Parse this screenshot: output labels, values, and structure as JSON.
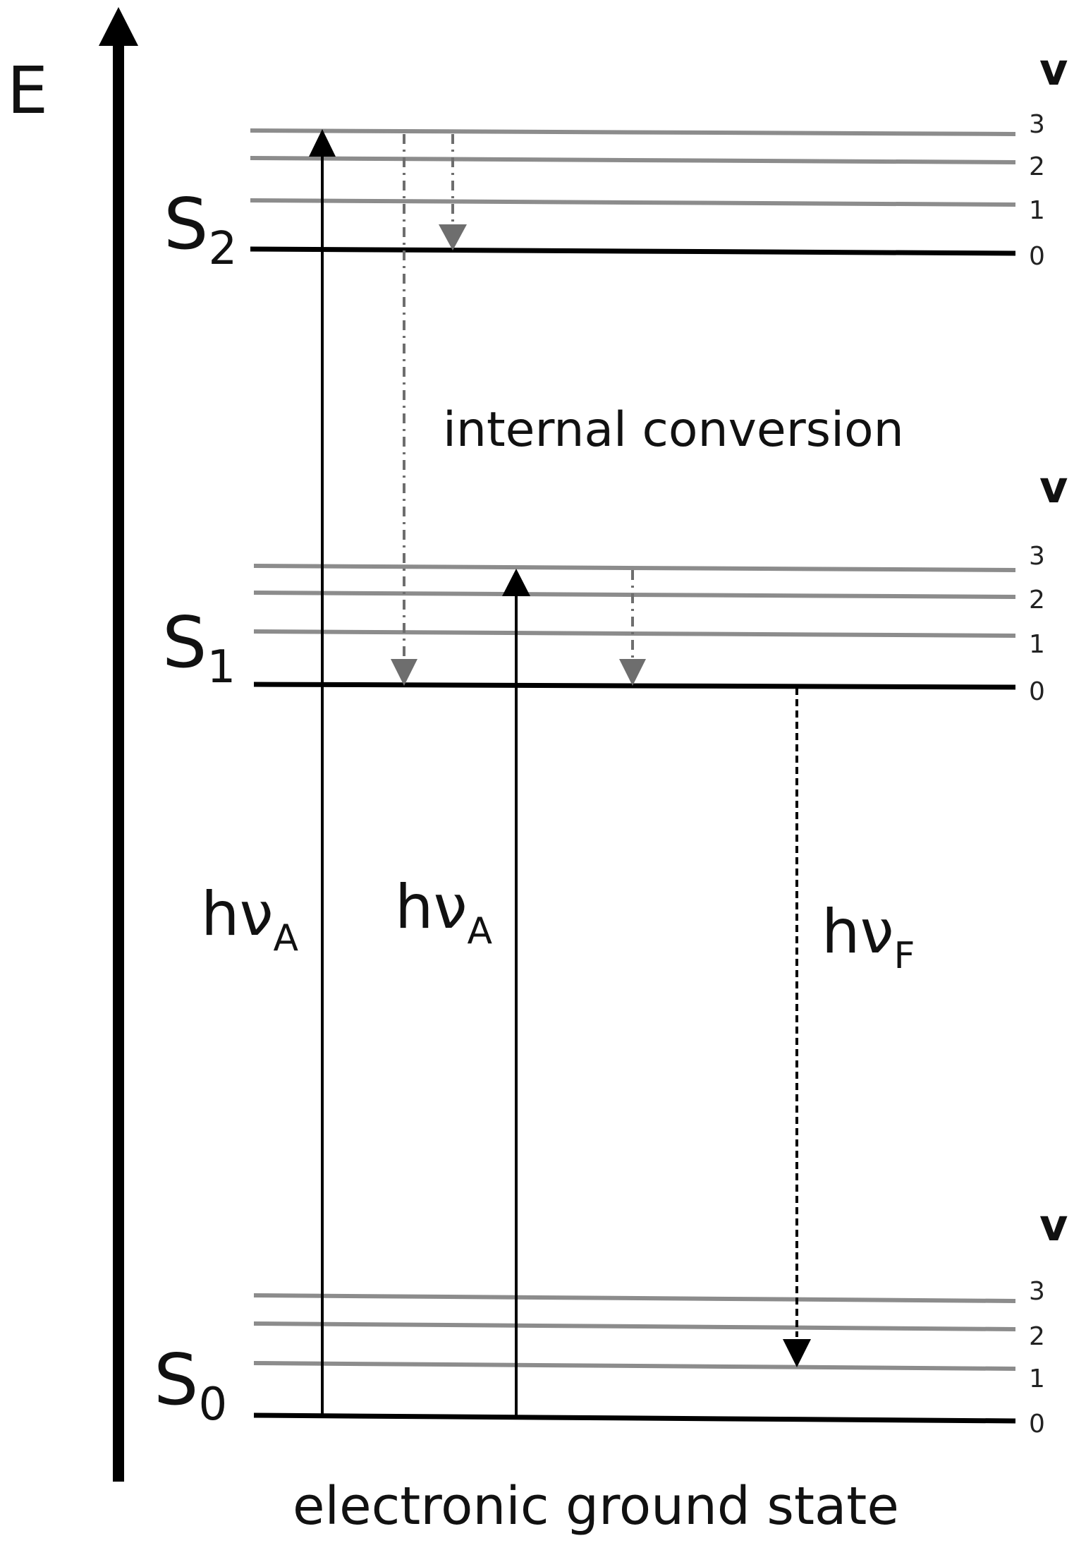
{
  "axis": {
    "label": "E"
  },
  "states": [
    {
      "id": "S2",
      "letter": "S",
      "sub": "2",
      "v_header": "v",
      "levels": [
        "3",
        "2",
        "1",
        "0"
      ]
    },
    {
      "id": "S1",
      "letter": "S",
      "sub": "1",
      "v_header": "v",
      "levels": [
        "3",
        "2",
        "1",
        "0"
      ]
    },
    {
      "id": "S0",
      "letter": "S",
      "sub": "0",
      "v_header": "v",
      "levels": [
        "3",
        "2",
        "1",
        "0"
      ]
    }
  ],
  "transitions": {
    "absorption_1": {
      "main": "hν",
      "sub": "A"
    },
    "absorption_2": {
      "main": "hν",
      "sub": "A"
    },
    "fluorescence": {
      "main": "hν",
      "sub": "F"
    }
  },
  "labels": {
    "internal_conversion": "internal conversion",
    "ground_state": "electronic ground state"
  },
  "colors": {
    "ground_level": "#000000",
    "vibrational_level": "#8c8c8c",
    "absorption_arrow": "#000000",
    "internal_conversion_arrow": "#6e6e6e",
    "fluorescence_arrow": "#000000"
  }
}
